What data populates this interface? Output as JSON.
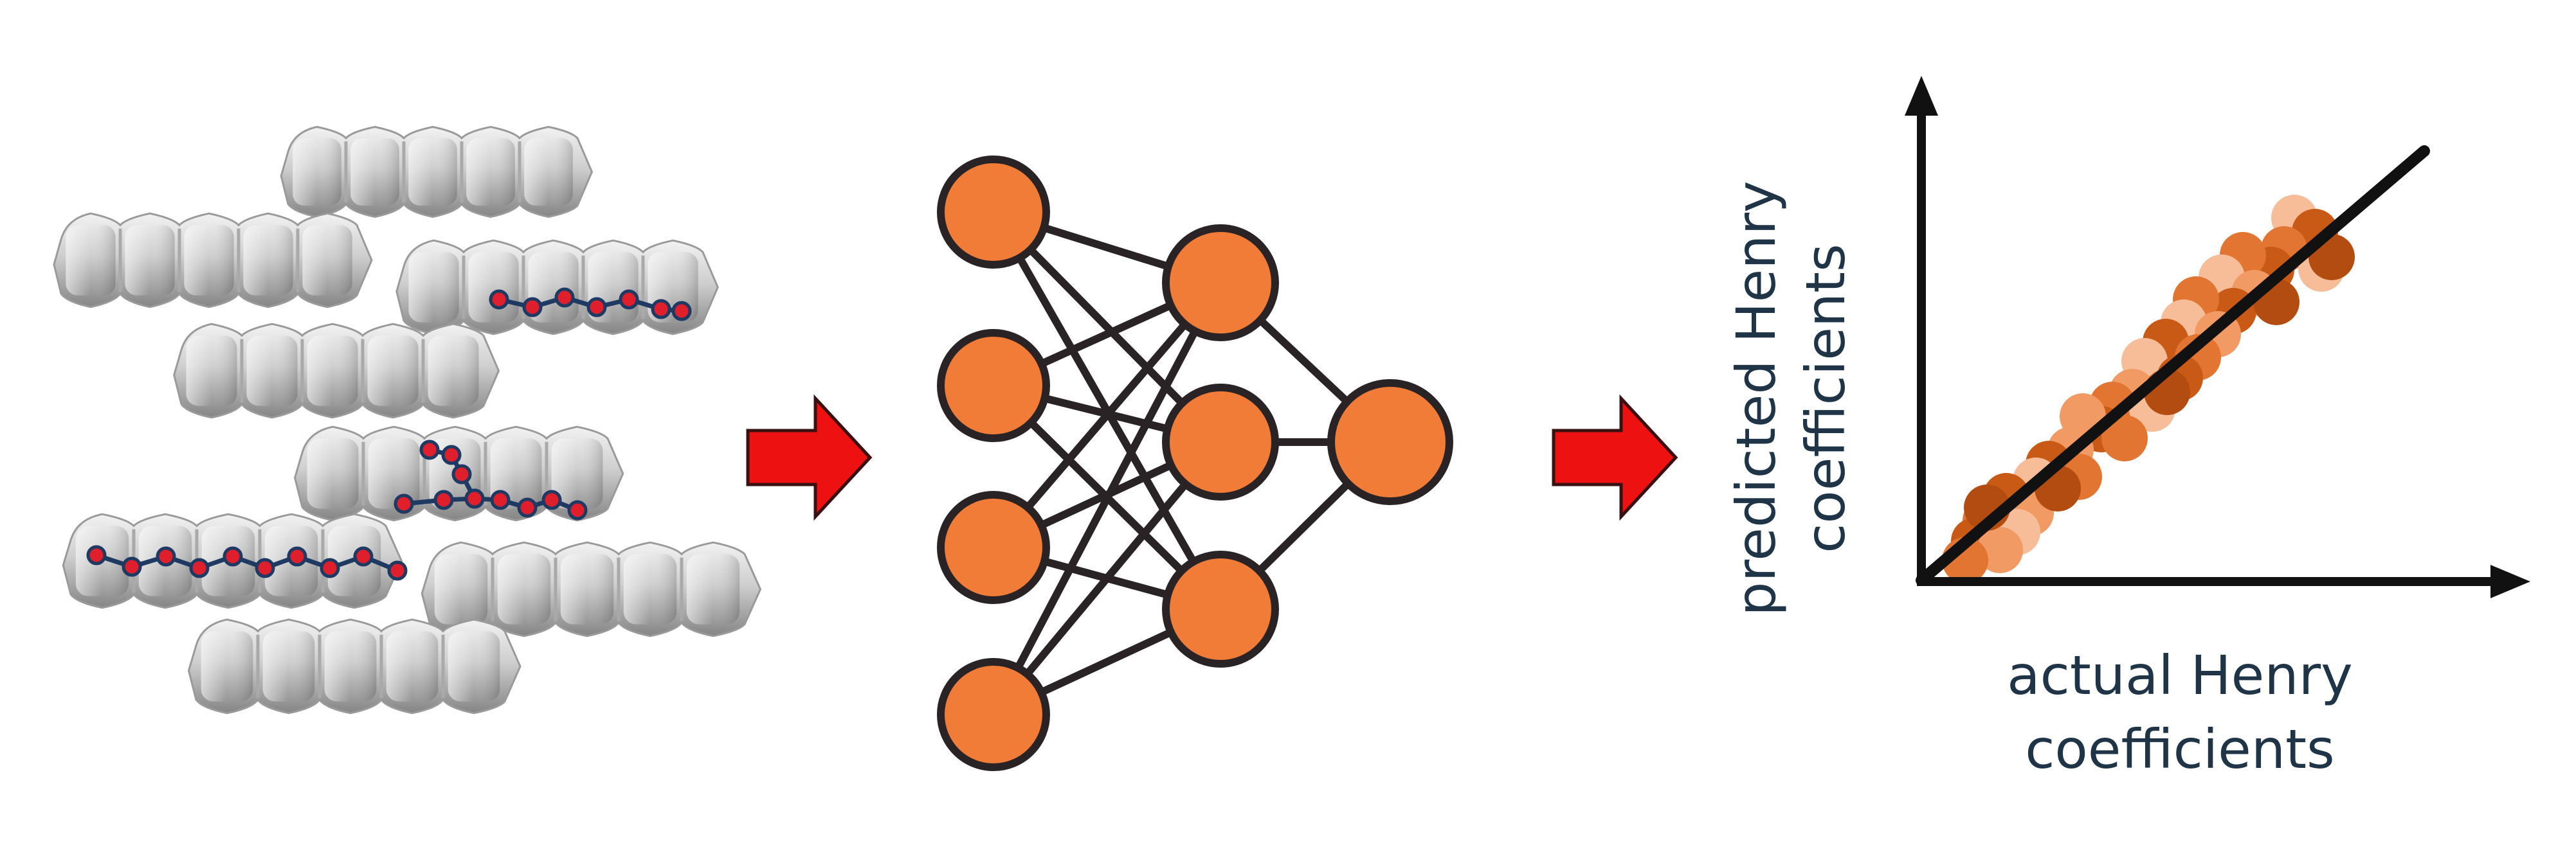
{
  "labels": {
    "y_line1": "predicted Henry",
    "y_line2": "coefficients",
    "x_line1": "actual Henry",
    "x_line2": "coefficients"
  },
  "colors": {
    "node_fill": "#f07c38",
    "node_stroke": "#2a2325",
    "edge": "#2a2325",
    "arrow_fill": "#ee1111",
    "arrow_stroke": "#3a1010",
    "axis": "#111111",
    "label_text": "#1f3447",
    "zeolite_light": "#e2e2e2",
    "zeolite_dark": "#8c8c8c",
    "molecule_atom": "#e01f2d",
    "molecule_bond": "#1e3a63"
  },
  "network": {
    "layers": [
      4,
      3,
      1
    ]
  },
  "icons": [
    "zeolite-channel-icon",
    "molecule-icon",
    "red-arrow-icon",
    "neural-network-icon",
    "scatter-plot-icon"
  ]
}
